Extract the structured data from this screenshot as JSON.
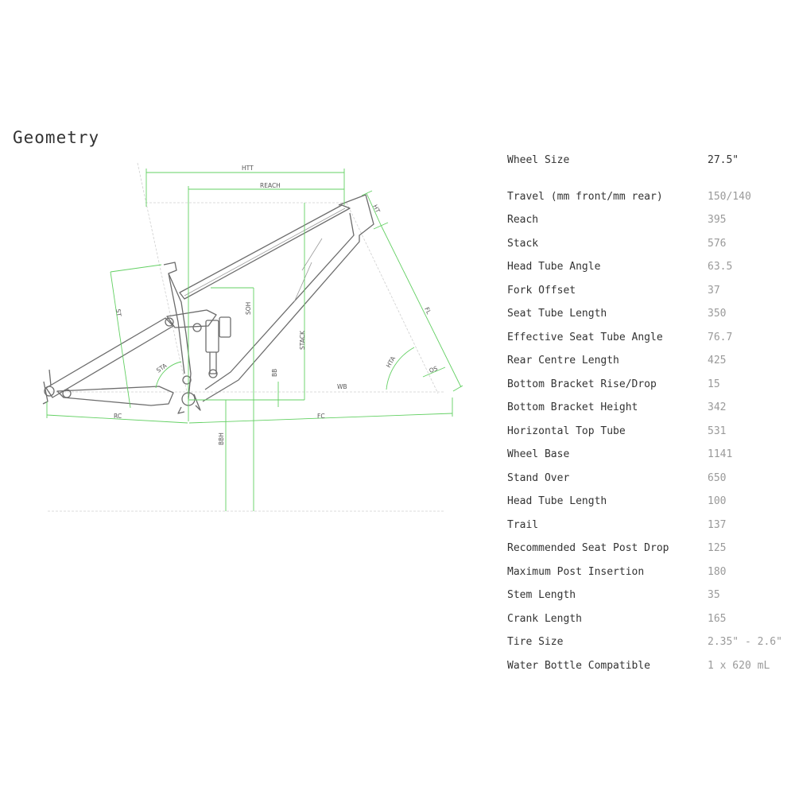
{
  "title": "Geometry",
  "colors": {
    "dimension_line": "#63d063",
    "frame_line": "#6c6c6c",
    "spec_label": "#333333",
    "spec_value": "#9a9a9a"
  },
  "diagram_labels": {
    "htt": "HTT",
    "reach": "REACH",
    "ht": "HT",
    "fl": "FL",
    "st": "ST",
    "soh": "SOH",
    "stack": "STACK",
    "sta": "STA",
    "bb": "BB",
    "hta": "HTA",
    "os": "OS",
    "wb": "WB",
    "rc": "RC",
    "fc": "FC",
    "bbh": "BBH"
  },
  "specs": [
    {
      "label": "Wheel Size",
      "value": "27.5\""
    },
    {
      "label": "Travel (mm front/mm rear)",
      "value": "150/140"
    },
    {
      "label": "Reach",
      "value": "395"
    },
    {
      "label": "Stack",
      "value": "576"
    },
    {
      "label": "Head Tube Angle",
      "value": "63.5"
    },
    {
      "label": "Fork Offset",
      "value": "37"
    },
    {
      "label": "Seat Tube Length",
      "value": "350"
    },
    {
      "label": "Effective Seat Tube Angle",
      "value": "76.7"
    },
    {
      "label": "Rear Centre Length",
      "value": "425"
    },
    {
      "label": "Bottom Bracket Rise/Drop",
      "value": "15"
    },
    {
      "label": "Bottom Bracket Height",
      "value": "342"
    },
    {
      "label": "Horizontal Top Tube",
      "value": "531"
    },
    {
      "label": "Wheel Base",
      "value": "1141"
    },
    {
      "label": "Stand Over",
      "value": "650"
    },
    {
      "label": "Head Tube Length",
      "value": "100"
    },
    {
      "label": "Trail",
      "value": "137"
    },
    {
      "label": "Recommended Seat Post Drop",
      "value": "125"
    },
    {
      "label": "Maximum Post Insertion",
      "value": "180"
    },
    {
      "label": "Stem Length",
      "value": "35"
    },
    {
      "label": "Crank Length",
      "value": "165"
    },
    {
      "label": "Tire Size",
      "value": "2.35\" - 2.6\""
    },
    {
      "label": "Water Bottle Compatible",
      "value": "1 x 620 mL"
    }
  ]
}
